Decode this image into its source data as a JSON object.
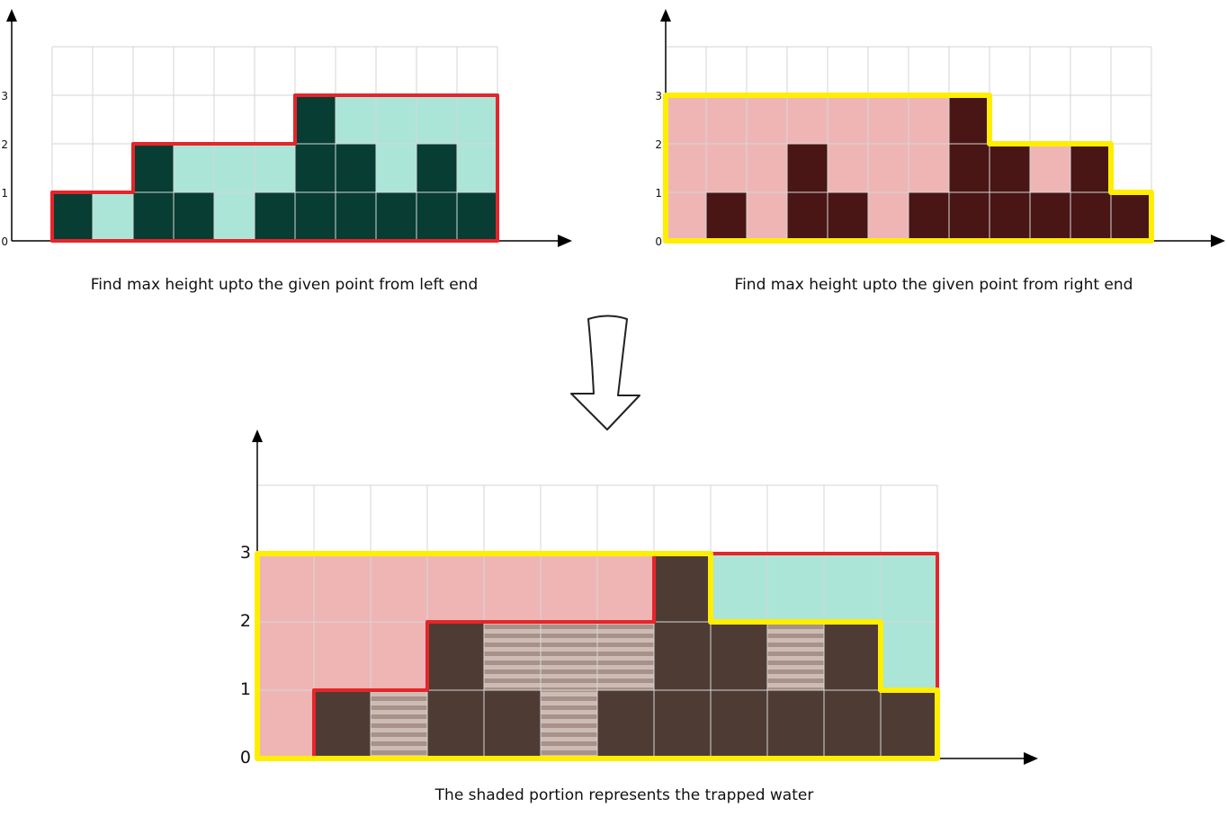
{
  "colors": {
    "grid": "#d6d6d6",
    "axis": "#000000",
    "left_bar": "#073d32",
    "left_fill": "#abe5d8",
    "left_outline": "#e5252a",
    "right_bar": "#4a1515",
    "right_fill": "#efb5b5",
    "right_outline": "#ffee00",
    "combined_bar": "#4e3c34",
    "water_stripe_a": "#a89189",
    "water_stripe_b": "#cdbcb5"
  },
  "panels": {
    "left_max": {
      "caption": "Find max height upto the given point from left end",
      "y_ticks": [
        "0",
        "1",
        "2",
        "3"
      ],
      "heights": [
        1,
        0,
        2,
        1,
        0,
        1,
        3,
        2,
        1,
        2,
        1
      ],
      "max_profile": [
        1,
        1,
        2,
        2,
        2,
        2,
        3,
        3,
        3,
        3,
        3
      ]
    },
    "right_max": {
      "caption": "Find max height upto the given point from right end",
      "y_ticks": [
        "0",
        "1",
        "2",
        "3"
      ],
      "heights": [
        0,
        1,
        0,
        2,
        1,
        0,
        1,
        3,
        2,
        1,
        2,
        1
      ],
      "max_profile": [
        3,
        3,
        3,
        3,
        3,
        3,
        3,
        3,
        2,
        2,
        2,
        1
      ]
    },
    "combined": {
      "caption": "The shaded portion represents the trapped water",
      "y_ticks": [
        "0",
        "1",
        "2",
        "3"
      ],
      "heights": [
        0,
        1,
        0,
        2,
        1,
        0,
        1,
        3,
        2,
        1,
        2,
        1
      ],
      "left_max": [
        0,
        1,
        1,
        2,
        2,
        2,
        2,
        3,
        3,
        3,
        3,
        3
      ],
      "right_max": [
        3,
        3,
        3,
        3,
        3,
        3,
        3,
        3,
        2,
        2,
        2,
        1
      ]
    }
  },
  "arrow_icon": "down-arrow-outline"
}
